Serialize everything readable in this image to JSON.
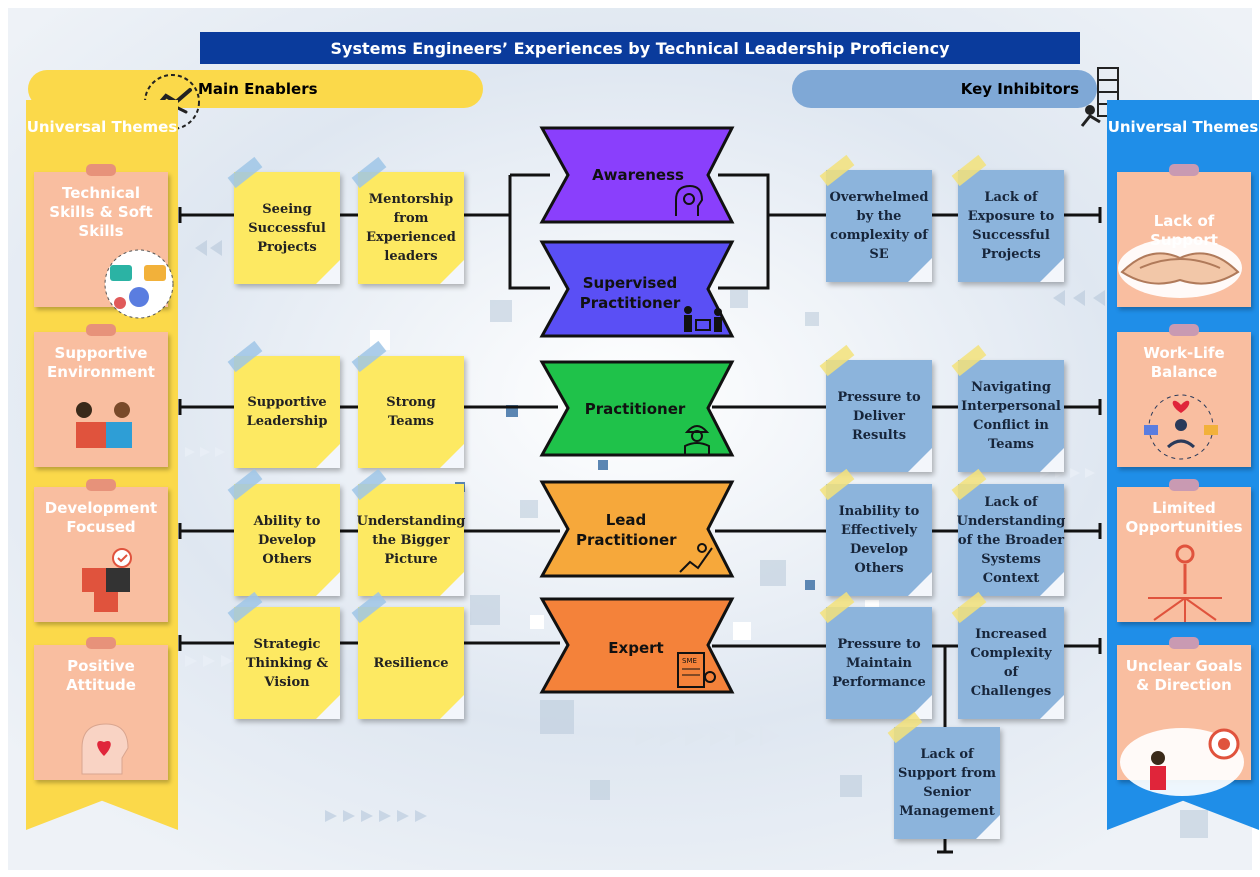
{
  "title": "Systems Engineers’ Experiences by Technical Leadership Proficiency",
  "enablers_header": "Main Enablers",
  "inhibitors_header": "Key Inhibitors",
  "left_column": {
    "heading": "Universal Themes",
    "themes": [
      "Technical Skills & Soft Skills",
      "Supportive Environment",
      "Development Focused",
      "Positive Attitude"
    ]
  },
  "right_column": {
    "heading": "Universal Themes",
    "themes": [
      "Lack of Support",
      "Work-Life Balance",
      "Limited Opportunities",
      "Unclear Goals & Direction"
    ]
  },
  "stages": [
    {
      "label": "Awareness",
      "color": "#8a3ffc"
    },
    {
      "label": "Supervised Practitioner",
      "color": "#5a4ff5"
    },
    {
      "label": "Practitioner",
      "color": "#1fc24a"
    },
    {
      "label": "Lead Practitioner",
      "color": "#f6a83b"
    },
    {
      "label": "Expert",
      "color": "#f4823a"
    }
  ],
  "enablers": [
    [
      "Seeing Successful Projects",
      "Mentorship from Experienced leaders"
    ],
    [
      "Supportive Leadership",
      "Strong Teams"
    ],
    [
      "Ability to Develop Others",
      "Understanding the Bigger Picture"
    ],
    [
      "Strategic Thinking & Vision",
      "Resilience"
    ]
  ],
  "inhibitors": [
    [
      "Overwhelmed by the complexity of SE",
      "Lack of Exposure to Successful Projects"
    ],
    [
      "Pressure to Deliver Results",
      "Navigating Interpersonal Conflict in Teams"
    ],
    [
      "Inability to Effectively Develop Others",
      "Lack of Understanding of the Broader Systems Context"
    ],
    [
      "Pressure to Maintain Performance",
      "Increased Complexity of Challenges"
    ],
    [
      "Lack of Support from Senior Management"
    ]
  ],
  "icons": [
    "handshake-icon",
    "people-network-icon",
    "team-puzzle-icon",
    "puzzle-check-icon",
    "head-heart-icon",
    "hands-stack-icon",
    "meditation-balance-icon",
    "person-arrows-icon",
    "target-telescope-icon",
    "head-gear-icon",
    "team-meeting-icon",
    "worker-icon",
    "climber-icon",
    "certificate-icon",
    "tired-worker-icon"
  ],
  "colors": {
    "enabler_note": "#fde962",
    "inhibitor_note": "#8cb4dc",
    "title_bar": "#0a3b9c",
    "left_band": "#fbd94a",
    "right_band": "#1f8ee8"
  }
}
